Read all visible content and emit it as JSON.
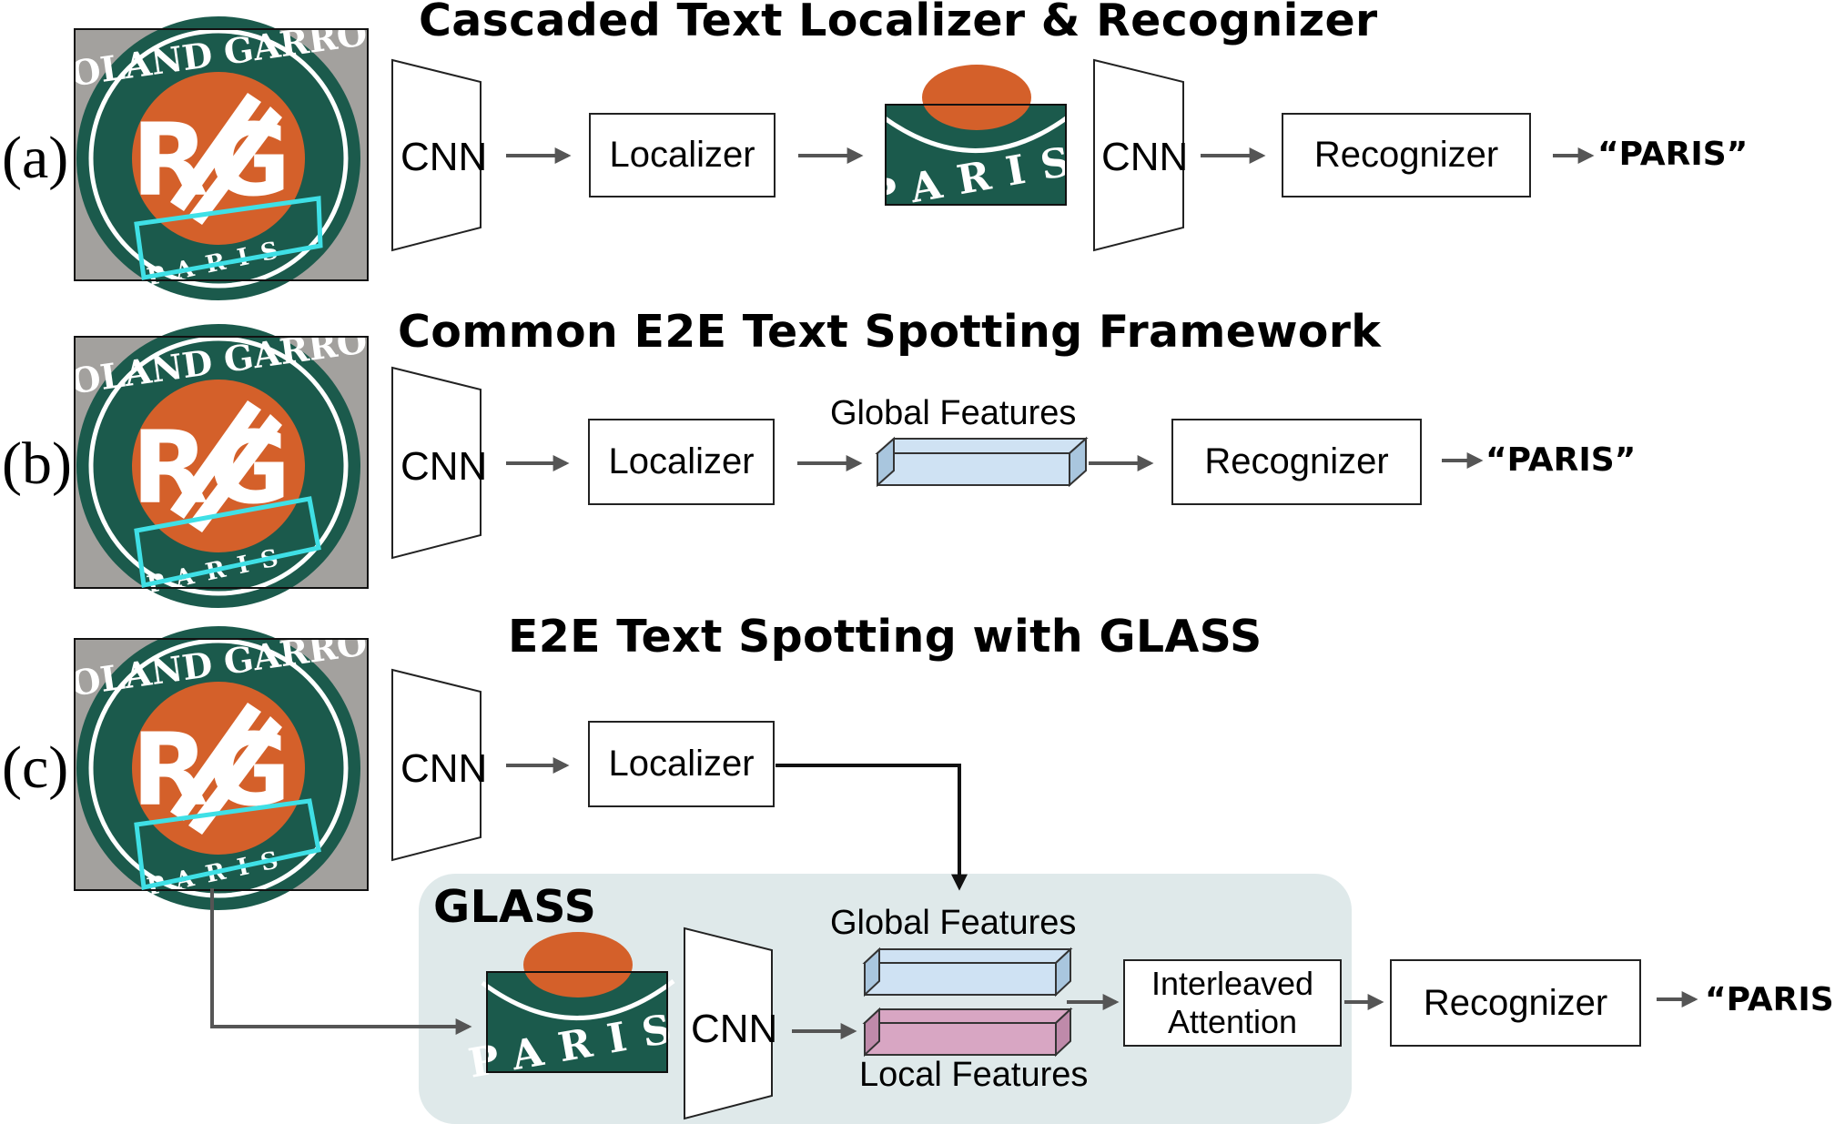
{
  "panels": {
    "a": {
      "label": "(a)",
      "title": "Cascaded Text Localizer & Recognizer",
      "cnn1": "CNN",
      "localizer": "Localizer",
      "cnn2": "CNN",
      "recognizer": "Recognizer",
      "output": "“PARIS”"
    },
    "b": {
      "label": "(b)",
      "title": "Common E2E Text Spotting Framework",
      "cnn": "CNN",
      "localizer": "Localizer",
      "global_features": "Global Features",
      "recognizer": "Recognizer",
      "output": "“PARIS”"
    },
    "c": {
      "label": "(c)",
      "title": "E2E Text Spotting with GLASS",
      "cnn1": "CNN",
      "localizer": "Localizer",
      "glass_label": "GLASS",
      "global_features": "Global Features",
      "cnn2": "CNN",
      "local_features": "Local Features",
      "interleaved_line1": "Interleaved",
      "interleaved_line2": "Attention",
      "recognizer": "Recognizer",
      "output": "“PARIS”"
    }
  },
  "logo": {
    "ring_top_text": "ROLAND GARROS",
    "monogram": "RG",
    "bottom_text": "PARIS"
  },
  "colors": {
    "logo_green": "#1b5a4c",
    "logo_orange": "#d4602a",
    "photo_bg": "#9a9896",
    "box_highlight": "#3fe0e6",
    "glass_bg": "#dfe9ea",
    "global_feat_fill": "#cfe2f3",
    "local_feat_fill": "#d8a6c3",
    "arrow": "#555555"
  }
}
